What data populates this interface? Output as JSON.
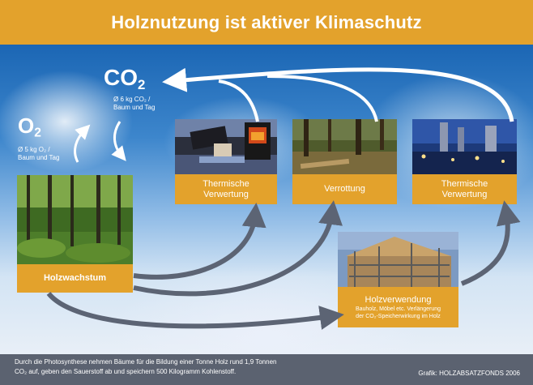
{
  "title": "Holznutzung ist aktiver Klimaschutz",
  "co2": {
    "label": "CO",
    "sub": "2",
    "note_line1": "Ø 6 kg CO₂ /",
    "note_line2": "Baum und Tag"
  },
  "o2": {
    "label": "O",
    "sub": "2",
    "note_line1": "Ø 5 kg O₂ /",
    "note_line2": "Baum und Tag"
  },
  "stages": {
    "thermisch1": {
      "line1": "Thermische",
      "line2": "Verwertung"
    },
    "verrottung": {
      "line1": "Verrottung"
    },
    "thermisch2": {
      "line1": "Thermische",
      "line2": "Verwertung"
    },
    "holzwachstum": {
      "line1": "Holzwachstum"
    },
    "holzverwendung": {
      "heading": "Holzverwendung",
      "line1": "Bauholz, Möbel etc. Verlängerung",
      "line2": "der CO₂-Speicherwirkung im Holz"
    }
  },
  "footer": {
    "line1": "Durch die Photosynthese nehmen Bäume für die Bildung einer Tonne Holz rund 1,9 Tonnen",
    "line2": "CO₂ auf, geben den Sauerstoff ab und speichern 500 Kilogramm Kohlenstoff.",
    "credit": "Grafik: HOLZABSATZFONDS 2006"
  },
  "colors": {
    "accent": "#e3a22c",
    "arrow": "#5c6474",
    "footer_bg": "#5b6270"
  }
}
